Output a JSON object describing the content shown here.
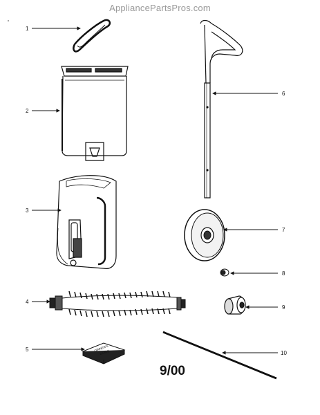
{
  "watermark": "AppliancePartsPros.com",
  "date_code": "9/00",
  "guide_text": [
    "OWNER'S",
    "GUIDE"
  ],
  "parts": [
    {
      "number": "1",
      "icon": "belt-icon"
    },
    {
      "number": "2",
      "icon": "dirt-cup-icon"
    },
    {
      "number": "3",
      "icon": "filter-housing-icon"
    },
    {
      "number": "4",
      "icon": "brushroll-icon"
    },
    {
      "number": "5",
      "icon": "owners-guide-icon"
    },
    {
      "number": "6",
      "icon": "handle-icon"
    },
    {
      "number": "7",
      "icon": "wheel-icon"
    },
    {
      "number": "8",
      "icon": "small-bushing-icon"
    },
    {
      "number": "9",
      "icon": "bearing-icon"
    },
    {
      "number": "10",
      "icon": "rod-icon"
    }
  ]
}
